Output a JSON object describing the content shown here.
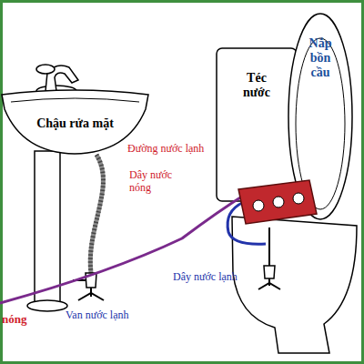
{
  "diagram": {
    "nodes": [
      {
        "text": [
          "Chậu rửa mặt"
        ]
      },
      {
        "text": [
          "Téc nước"
        ]
      },
      {
        "text": [
          "Nắp bồn cầu"
        ]
      }
    ],
    "labels": [
      "Đường nước lạnh",
      "Dây nước nóng",
      "Dây nước lạnh",
      "Van nước lạnh",
      "nóng"
    ]
  }
}
